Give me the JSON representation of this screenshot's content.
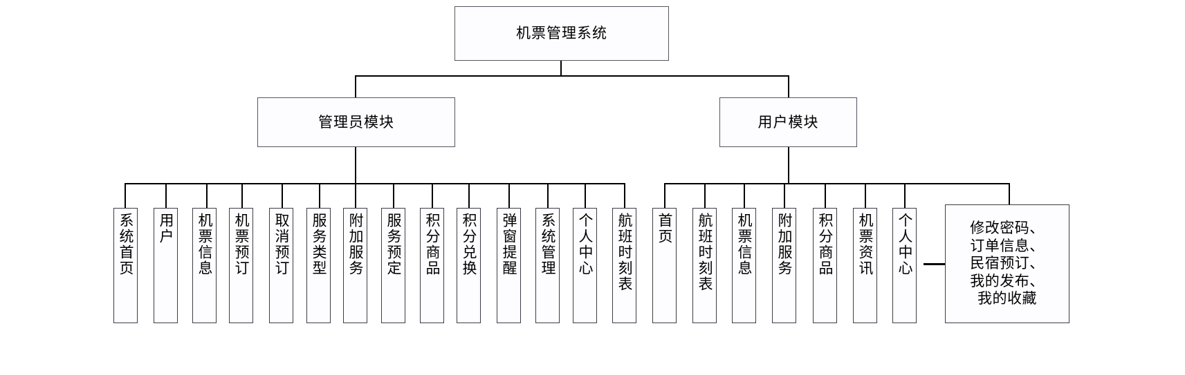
{
  "diagram": {
    "title": "机票管理系统",
    "type": "system-function-tree",
    "root": {
      "label": "机票管理系统"
    },
    "level2": [
      {
        "label": "管理员模块"
      },
      {
        "label": "用户模块"
      }
    ],
    "admin_leaves": [
      {
        "label": "系统首页"
      },
      {
        "label": "用户"
      },
      {
        "label": "机票信息"
      },
      {
        "label": "机票预订"
      },
      {
        "label": "取消预订"
      },
      {
        "label": "服务类型"
      },
      {
        "label": "附加服务"
      },
      {
        "label": "服务预定"
      },
      {
        "label": "积分商品"
      },
      {
        "label": "积分兑换"
      },
      {
        "label": "弹窗提醒"
      },
      {
        "label": "系统管理"
      },
      {
        "label": "个人中心"
      },
      {
        "label": "航班时刻表"
      }
    ],
    "user_leaves": [
      {
        "label": "首页"
      },
      {
        "label": "航班时刻表"
      },
      {
        "label": "机票信息"
      },
      {
        "label": "附加服务"
      },
      {
        "label": "积分商品"
      },
      {
        "label": "机票资讯"
      },
      {
        "label": "个人中心"
      }
    ],
    "detail_box": {
      "lines": [
        "修改密码、",
        "订单信息、",
        "民宿预订、",
        "我的发布、",
        "我的收藏"
      ],
      "text": "修改密码、订单信息、民宿预订、我的发布、我的收藏"
    },
    "colors": {
      "line": "#000000",
      "box_border": "#3c3c44",
      "box_fill": "#fdfdff",
      "text": "#000000",
      "background": "#ffffff"
    }
  }
}
